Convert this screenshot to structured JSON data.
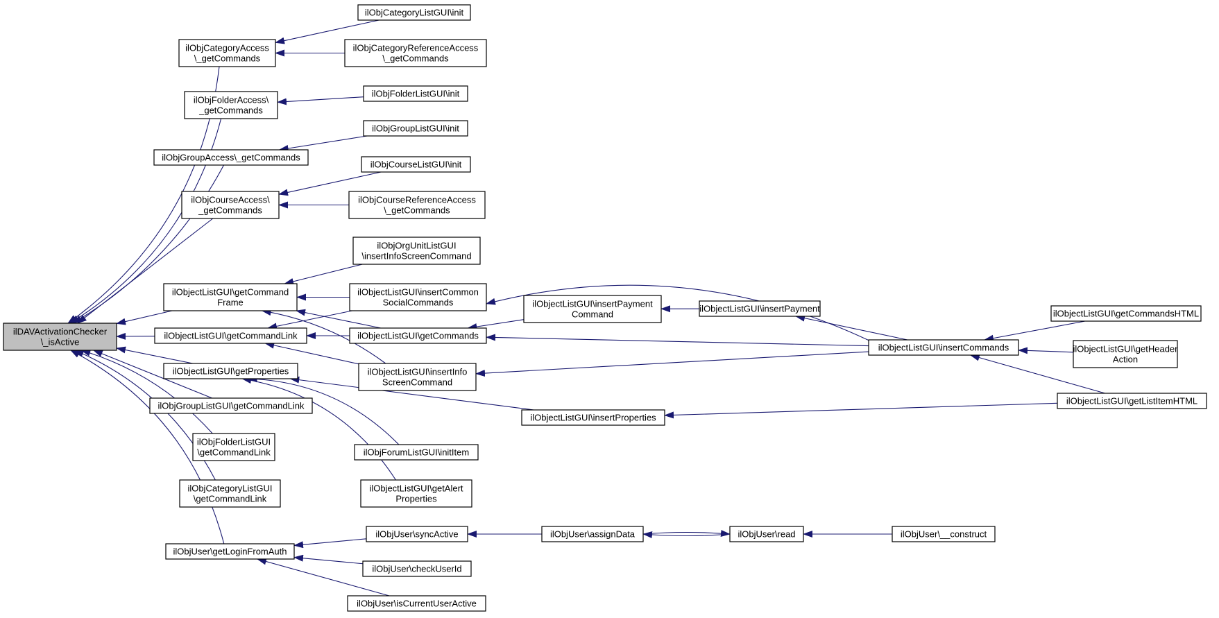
{
  "graph": {
    "colors": {
      "edge": "#191970",
      "node_border": "#000000",
      "node_fill": "#ffffff",
      "root_fill": "#bfbfbf"
    },
    "nodes": [
      {
        "id": "root",
        "lines": [
          "ilDAVActivationChecker",
          "\\_isActive"
        ],
        "root": true
      },
      {
        "id": "catAcc",
        "lines": [
          "ilObjCategoryAccess",
          "\\_getCommands"
        ]
      },
      {
        "id": "catLI",
        "lines": [
          "ilObjCategoryListGUI\\init"
        ]
      },
      {
        "id": "catRef",
        "lines": [
          "ilObjCategoryReferenceAccess",
          "\\_getCommands"
        ]
      },
      {
        "id": "folAcc",
        "lines": [
          "ilObjFolderAccess\\",
          "_getCommands"
        ]
      },
      {
        "id": "folLI",
        "lines": [
          "ilObjFolderListGUI\\init"
        ]
      },
      {
        "id": "grpAcc",
        "lines": [
          "ilObjGroupAccess\\_getCommands"
        ]
      },
      {
        "id": "grpLI",
        "lines": [
          "ilObjGroupListGUI\\init"
        ]
      },
      {
        "id": "crsAcc",
        "lines": [
          "ilObjCourseAccess\\",
          "_getCommands"
        ]
      },
      {
        "id": "crsLI",
        "lines": [
          "ilObjCourseListGUI\\init"
        ]
      },
      {
        "id": "crsRef",
        "lines": [
          "ilObjCourseReferenceAccess",
          "\\_getCommands"
        ]
      },
      {
        "id": "orgIS",
        "lines": [
          "ilObjOrgUnitListGUI",
          "\\insertInfoScreenCommand"
        ]
      },
      {
        "id": "cmdFr",
        "lines": [
          "ilObjectListGUI\\getCommand",
          "Frame"
        ]
      },
      {
        "id": "insSoc",
        "lines": [
          "ilObjectListGUI\\insertCommon",
          "SocialCommands"
        ]
      },
      {
        "id": "insPC",
        "lines": [
          "ilObjectListGUI\\insertPayment",
          "Command"
        ]
      },
      {
        "id": "insPay",
        "lines": [
          "ilObjectListGUI\\insertPayment"
        ]
      },
      {
        "id": "cmdLnk",
        "lines": [
          "ilObjectListGUI\\getCommandLink"
        ]
      },
      {
        "id": "getCmd",
        "lines": [
          "ilObjectListGUI\\getCommands"
        ]
      },
      {
        "id": "insCmd",
        "lines": [
          "ilObjectListGUI\\insertCommands"
        ]
      },
      {
        "id": "cmdHTML",
        "lines": [
          "ilObjectListGUI\\getCommandsHTML"
        ]
      },
      {
        "id": "hdrAct",
        "lines": [
          "ilObjectListGUI\\getHeader",
          "Action"
        ]
      },
      {
        "id": "getPr",
        "lines": [
          "ilObjectListGUI\\getProperties"
        ]
      },
      {
        "id": "insIS",
        "lines": [
          "ilObjectListGUI\\insertInfo",
          "ScreenCommand"
        ]
      },
      {
        "id": "insPr",
        "lines": [
          "ilObjectListGUI\\insertProperties"
        ]
      },
      {
        "id": "liHTML",
        "lines": [
          "ilObjectListGUI\\getListItemHTML"
        ]
      },
      {
        "id": "grpCL",
        "lines": [
          "ilObjGroupListGUI\\getCommandLink"
        ]
      },
      {
        "id": "forum",
        "lines": [
          "ilObjForumListGUI\\initItem"
        ]
      },
      {
        "id": "folCL",
        "lines": [
          "ilObjFolderListGUI",
          "\\getCommandLink"
        ]
      },
      {
        "id": "alert",
        "lines": [
          "ilObjectListGUI\\getAlert",
          "Properties"
        ]
      },
      {
        "id": "catCL",
        "lines": [
          "ilObjCategoryListGUI",
          "\\getCommandLink"
        ]
      },
      {
        "id": "login",
        "lines": [
          "ilObjUser\\getLoginFromAuth"
        ]
      },
      {
        "id": "sync",
        "lines": [
          "ilObjUser\\syncActive"
        ]
      },
      {
        "id": "assign",
        "lines": [
          "ilObjUser\\assignData"
        ]
      },
      {
        "id": "read",
        "lines": [
          "ilObjUser\\read"
        ]
      },
      {
        "id": "constr",
        "lines": [
          "ilObjUser\\__construct"
        ]
      },
      {
        "id": "chkUid",
        "lines": [
          "ilObjUser\\checkUserId"
        ]
      },
      {
        "id": "isCur",
        "lines": [
          "ilObjUser\\isCurrentUserActive"
        ]
      }
    ],
    "edges": [
      [
        "catAcc",
        "root"
      ],
      [
        "folAcc",
        "root"
      ],
      [
        "grpAcc",
        "root"
      ],
      [
        "crsAcc",
        "root"
      ],
      [
        "cmdFr",
        "root"
      ],
      [
        "cmdLnk",
        "root"
      ],
      [
        "getPr",
        "root"
      ],
      [
        "grpCL",
        "root"
      ],
      [
        "folCL",
        "root"
      ],
      [
        "catCL",
        "root"
      ],
      [
        "login",
        "root"
      ],
      [
        "catLI",
        "catAcc"
      ],
      [
        "catRef",
        "catAcc"
      ],
      [
        "folLI",
        "folAcc"
      ],
      [
        "grpLI",
        "grpAcc"
      ],
      [
        "crsLI",
        "crsAcc"
      ],
      [
        "crsRef",
        "crsAcc"
      ],
      [
        "orgIS",
        "cmdFr"
      ],
      [
        "insSoc",
        "cmdFr"
      ],
      [
        "getCmd",
        "cmdFr"
      ],
      [
        "insIS",
        "cmdFr"
      ],
      [
        "insSoc",
        "cmdLnk"
      ],
      [
        "getCmd",
        "cmdLnk"
      ],
      [
        "insIS",
        "cmdLnk"
      ],
      [
        "insCmd",
        "insSoc"
      ],
      [
        "insCmd",
        "getCmd"
      ],
      [
        "insCmd",
        "insIS"
      ],
      [
        "insPC",
        "getCmd"
      ],
      [
        "insPay",
        "insPC"
      ],
      [
        "insCmd",
        "insPay"
      ],
      [
        "cmdHTML",
        "insCmd"
      ],
      [
        "hdrAct",
        "insCmd"
      ],
      [
        "liHTML",
        "insCmd"
      ],
      [
        "insPr",
        "getPr"
      ],
      [
        "liHTML",
        "insPr"
      ],
      [
        "forum",
        "getPr"
      ],
      [
        "alert",
        "getPr"
      ],
      [
        "sync",
        "login"
      ],
      [
        "chkUid",
        "login"
      ],
      [
        "isCur",
        "login"
      ],
      [
        "assign",
        "sync"
      ],
      [
        "read",
        "assign"
      ],
      [
        "assign",
        "read"
      ],
      [
        "constr",
        "read"
      ]
    ]
  }
}
